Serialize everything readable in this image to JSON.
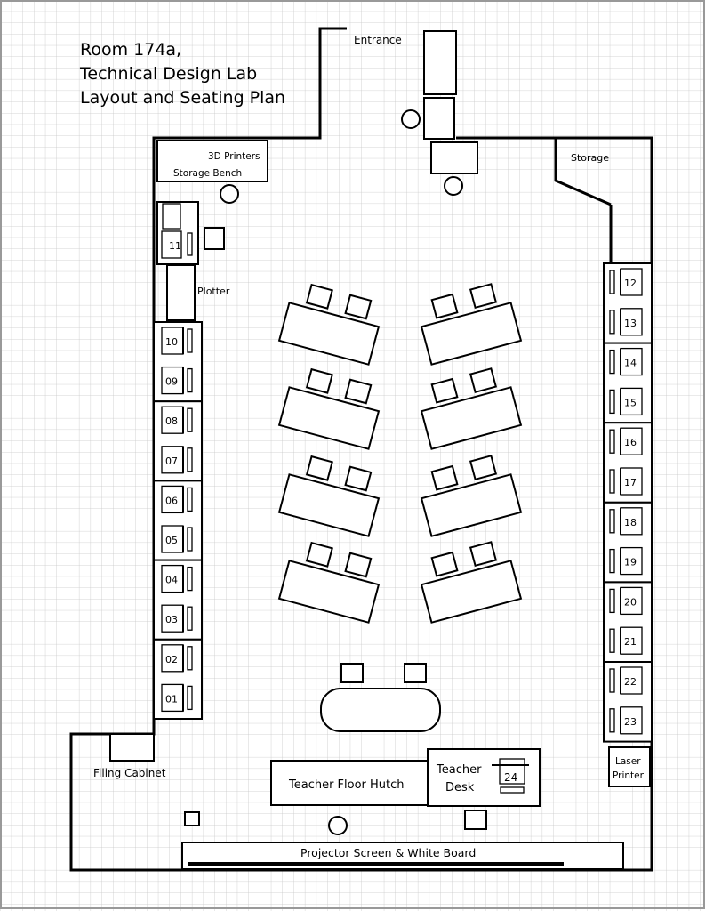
{
  "title": [
    "Room 174a,",
    "Technical Design Lab",
    "Layout and Seating Plan"
  ],
  "labels": {
    "entrance": "Entrance",
    "printers": "3D Printers",
    "storage_bench": "Storage Bench",
    "storage": "Storage",
    "plotter": "Plotter",
    "filing_cabinet": "Filing Cabinet",
    "hutch": "Teacher Floor Hutch",
    "teacher_desk": [
      "Teacher",
      "Desk"
    ],
    "laser_printer": [
      "Laser",
      "Printer"
    ],
    "projector": "Projector Screen  & White Board"
  },
  "left_stations": [
    "10",
    "09",
    "08",
    "07",
    "06",
    "05",
    "04",
    "03",
    "02",
    "01"
  ],
  "right_stations": [
    "12",
    "13",
    "14",
    "15",
    "16",
    "17",
    "18",
    "19",
    "20",
    "21",
    "22",
    "23"
  ],
  "station_11": "11",
  "station_24": "24"
}
